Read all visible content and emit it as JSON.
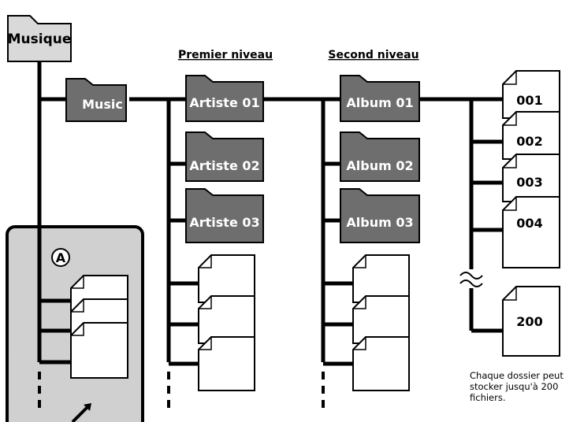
{
  "root_folder": "Musique",
  "music_folder": "Music",
  "headings": {
    "first_level": "Premier niveau",
    "second_level": "Second niveau"
  },
  "artists": [
    "Artiste 01",
    "Artiste 02",
    "Artiste 03"
  ],
  "albums": [
    "Album 01",
    "Album 02",
    "Album 03"
  ],
  "files": [
    "001",
    "002",
    "003",
    "004",
    "200"
  ],
  "marker": "A",
  "note": [
    "Chaque dossier peut",
    "stocker jusqu'à 200",
    "fichiers."
  ],
  "colors": {
    "folder_dark": "#6e6e6e",
    "folder_root": "#d9d9d9",
    "panel": "#d0d0d0",
    "line": "#000000",
    "paper": "#ffffff"
  }
}
